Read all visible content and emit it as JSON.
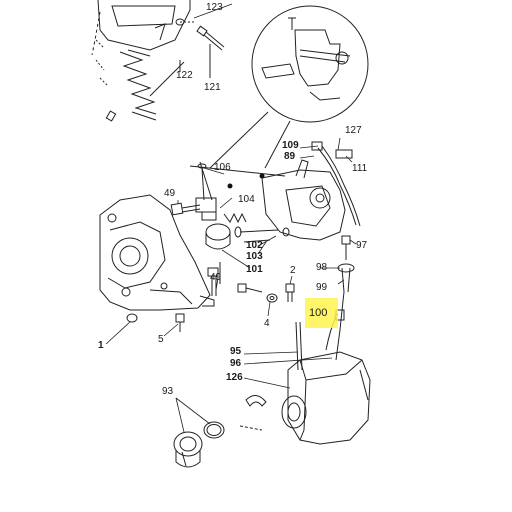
{
  "labels": {
    "l123": "123",
    "l122": "122",
    "l121": "121",
    "l127": "127",
    "l109": "109",
    "l89": "89",
    "l111": "111",
    "l106": "106",
    "l49a": "49",
    "l104": "104",
    "l97": "97",
    "l102": "102",
    "l103": "103",
    "l101": "101",
    "l98": "98",
    "l2": "2",
    "l99": "99",
    "l49b": "49",
    "l4": "4",
    "l1": "1",
    "l5": "5",
    "l95": "95",
    "l96": "96",
    "l126": "126",
    "l93": "93"
  },
  "highlight": {
    "text": "100",
    "color": "#fff34d"
  }
}
